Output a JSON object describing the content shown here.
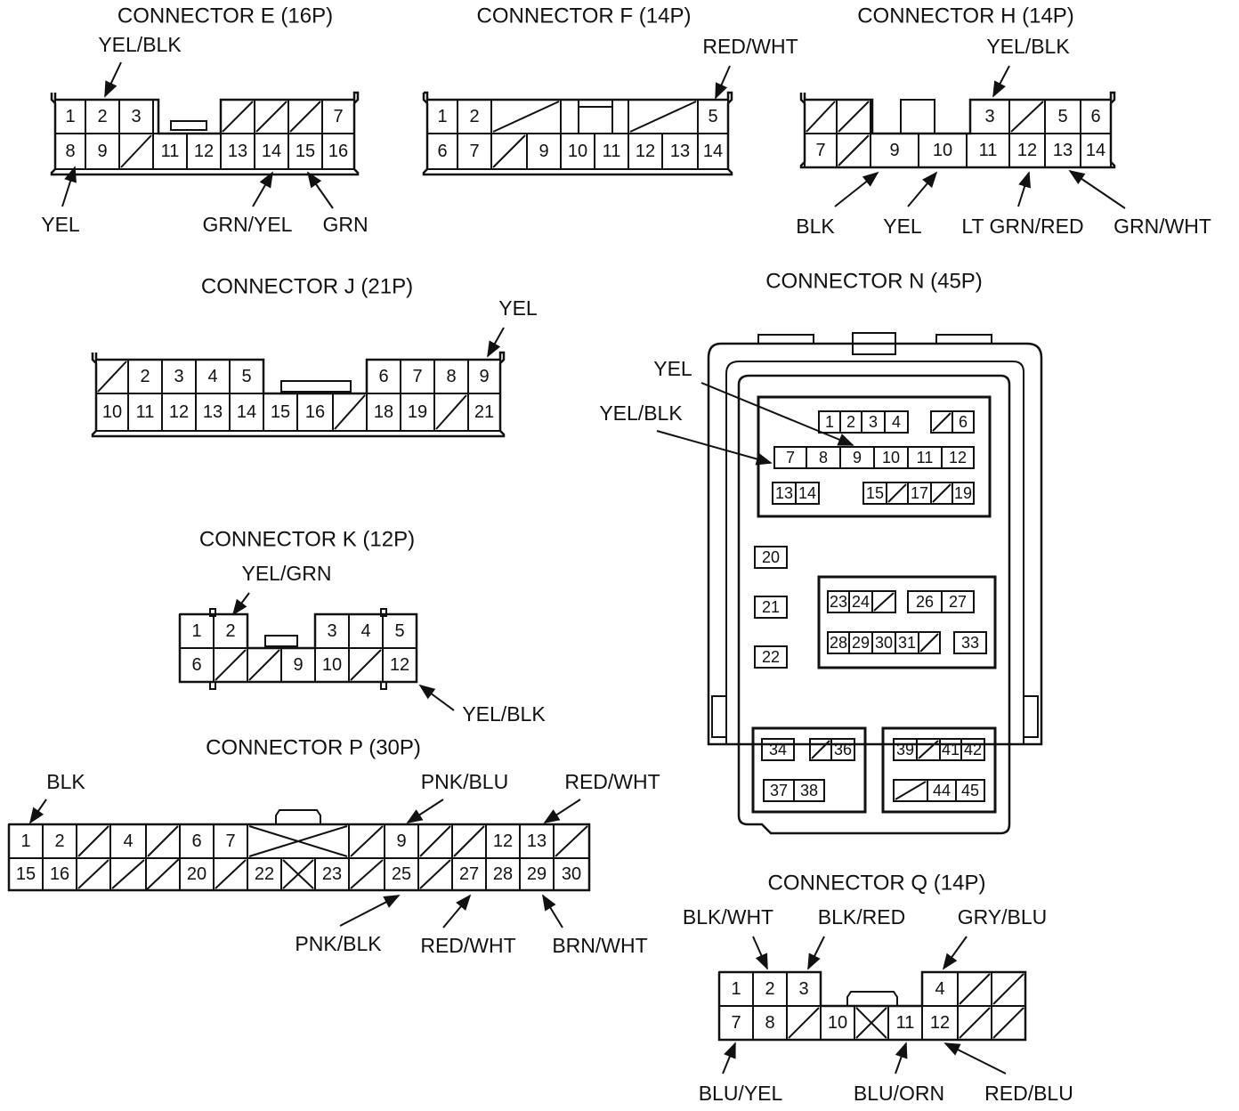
{
  "connectors": [
    {
      "key": "E",
      "title": "CONNECTOR E (16P)",
      "rows": [
        [
          "1",
          "2",
          "3",
          "-",
          "-",
          "/",
          "/",
          "/",
          "7"
        ],
        [
          "8",
          "9",
          "/",
          "11",
          "12",
          "13",
          "14",
          "15",
          "16"
        ]
      ],
      "wires": [
        {
          "label": "YEL/BLK",
          "pin": "2"
        },
        {
          "label": "YEL",
          "pin": "8"
        },
        {
          "label": "GRN/YEL",
          "pin": "14"
        },
        {
          "label": "GRN",
          "pin": "15"
        }
      ]
    },
    {
      "key": "F",
      "title": "CONNECTOR F (14P)",
      "rows": [
        [
          "1",
          "2",
          "/",
          "-",
          "-",
          "/",
          "5"
        ],
        [
          "6",
          "7",
          "/",
          "9",
          "10",
          "11",
          "12",
          "13",
          "14"
        ]
      ],
      "wires": [
        {
          "label": "RED/WHT",
          "pin": "5"
        }
      ]
    },
    {
      "key": "H",
      "title": "CONNECTOR H (14P)",
      "rows": [
        [
          "/",
          "/",
          "-",
          "3",
          "/",
          "5",
          "6"
        ],
        [
          "7",
          "/",
          "9",
          "10",
          "11",
          "12",
          "13",
          "14"
        ]
      ],
      "wires": [
        {
          "label": "YEL/BLK",
          "pin": "3"
        },
        {
          "label": "BLK",
          "pin": "9"
        },
        {
          "label": "YEL",
          "pin": "10"
        },
        {
          "label": "LT GRN/RED",
          "pin": "12"
        },
        {
          "label": "GRN/WHT",
          "pin": "13"
        }
      ]
    },
    {
      "key": "J",
      "title": "CONNECTOR J (21P)",
      "rows": [
        [
          "/",
          "2",
          "3",
          "4",
          "5",
          "-",
          "6",
          "7",
          "8",
          "9"
        ],
        [
          "10",
          "11",
          "12",
          "13",
          "14",
          "15",
          "16",
          "/",
          "18",
          "19",
          "/",
          "21"
        ]
      ],
      "wires": [
        {
          "label": "YEL",
          "pin": "9"
        }
      ]
    },
    {
      "key": "K",
      "title": "CONNECTOR K (12P)",
      "rows": [
        [
          "1",
          "2",
          "-",
          "3",
          "4",
          "5"
        ],
        [
          "6",
          "/",
          "/",
          "9",
          "10",
          "/",
          "12"
        ]
      ],
      "wires": [
        {
          "label": "YEL/GRN",
          "pin": "2"
        },
        {
          "label": "YEL/BLK",
          "pin": "12"
        }
      ]
    },
    {
      "key": "P",
      "title": "CONNECTOR P (30P)",
      "rows": [
        [
          "1",
          "2",
          "/",
          "4",
          "/",
          "6",
          "7",
          "X",
          "/",
          "9",
          "/",
          "/",
          "12",
          "13",
          "/"
        ],
        [
          "15",
          "16",
          "/",
          "/",
          "20",
          "/",
          "22",
          "X",
          "23",
          "/",
          "25",
          "/",
          "27",
          "28",
          "29",
          "30"
        ]
      ],
      "wires": [
        {
          "label": "BLK",
          "pin": "1"
        },
        {
          "label": "PNK/BLU",
          "pin": "9"
        },
        {
          "label": "RED/WHT",
          "pin": "13"
        },
        {
          "label": "PNK/BLK",
          "pin": "25"
        },
        {
          "label": "RED/WHT",
          "pin": "27"
        },
        {
          "label": "BRN/WHT",
          "pin": "29"
        }
      ]
    },
    {
      "key": "N",
      "title": "CONNECTOR N (45P)",
      "pins": [
        "1",
        "2",
        "3",
        "4",
        "/",
        "6",
        "7",
        "8",
        "9",
        "10",
        "11",
        "12",
        "13",
        "14",
        "15",
        "/",
        "17",
        "/",
        "19",
        "20",
        "21",
        "22",
        "23",
        "24",
        "/",
        "26",
        "27",
        "28",
        "29",
        "30",
        "31",
        "/",
        "33",
        "34",
        "/",
        "36",
        "37",
        "38",
        "39",
        "/",
        "41",
        "42",
        "/",
        "44",
        "45"
      ],
      "wires": [
        {
          "label": "YEL",
          "pin": "9"
        },
        {
          "label": "YEL/BLK",
          "pin": "7"
        }
      ]
    },
    {
      "key": "Q",
      "title": "CONNECTOR Q (14P)",
      "rows": [
        [
          "1",
          "2",
          "3",
          "-",
          "4",
          "/",
          "/"
        ],
        [
          "7",
          "8",
          "/",
          "10",
          "X",
          "11",
          "12",
          "/",
          "/"
        ]
      ],
      "wires": [
        {
          "label": "BLK/WHT",
          "pin": "2"
        },
        {
          "label": "BLK/RED",
          "pin": "3"
        },
        {
          "label": "GRY/BLU",
          "pin": "4"
        },
        {
          "label": "BLU/YEL",
          "pin": "7"
        },
        {
          "label": "BLU/ORN",
          "pin": "11"
        },
        {
          "label": "RED/BLU",
          "pin": "12"
        }
      ]
    }
  ]
}
